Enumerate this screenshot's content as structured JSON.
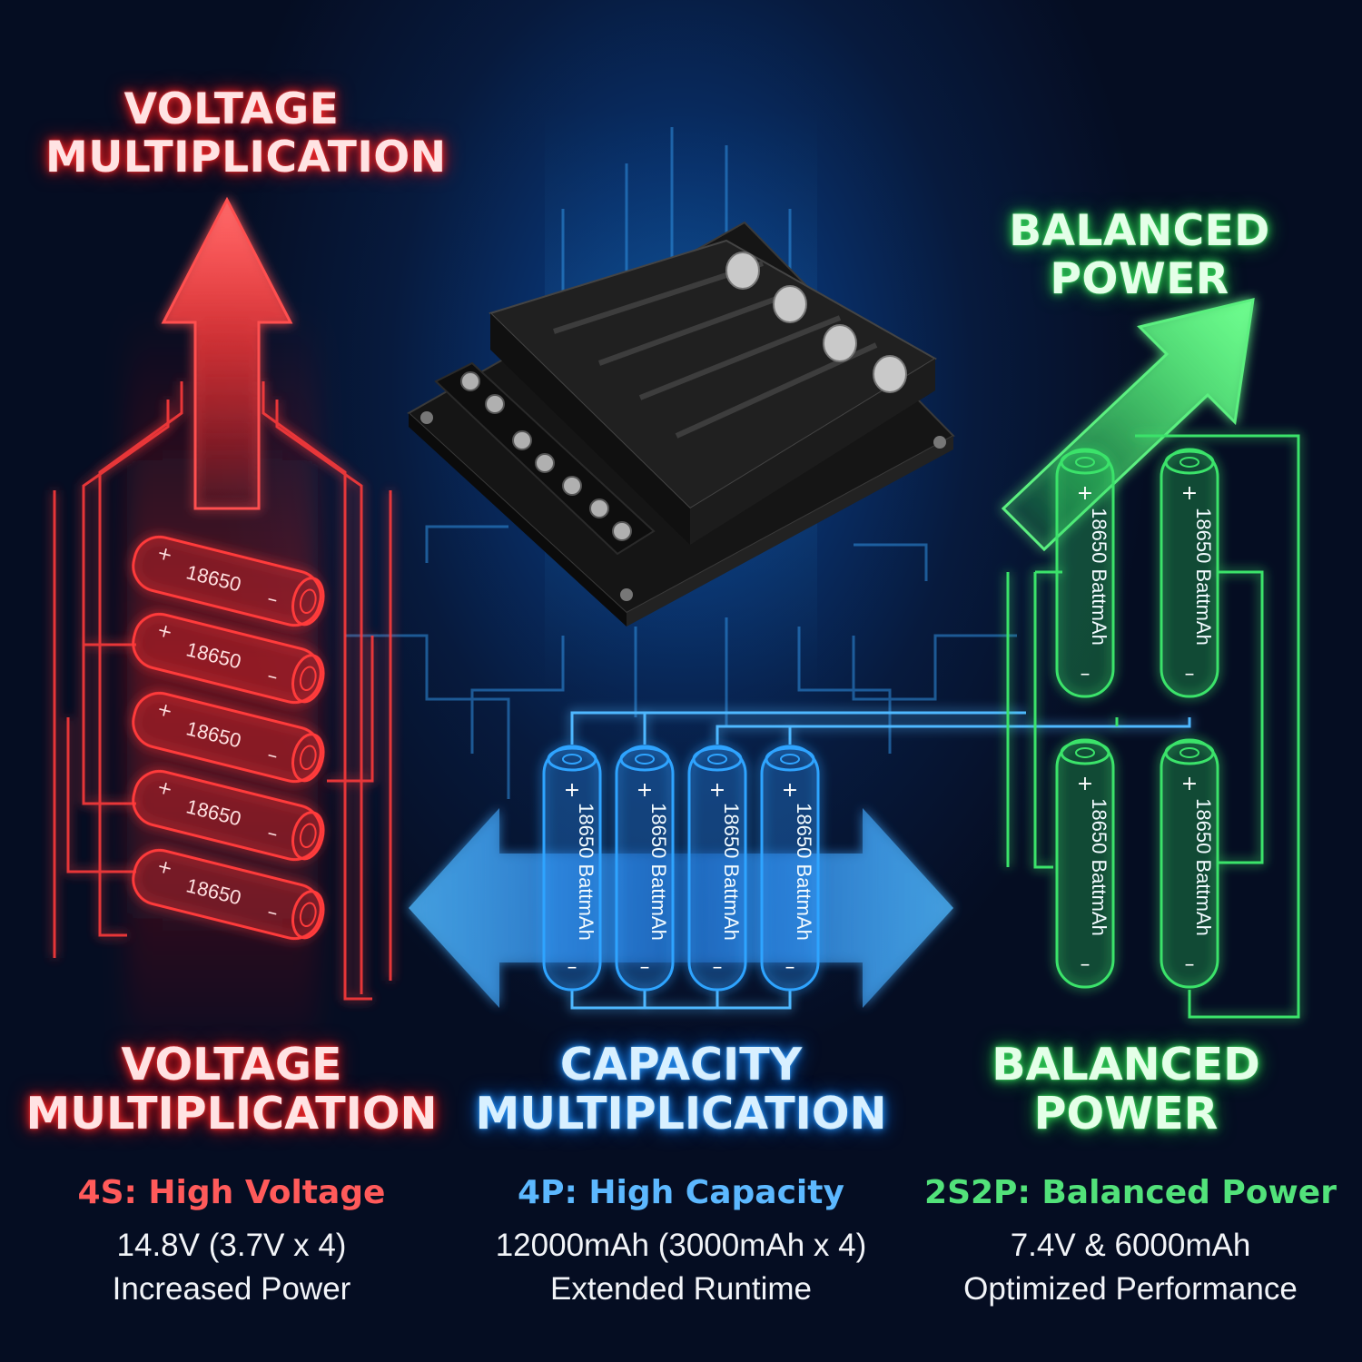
{
  "panels": {
    "series": {
      "top_title": [
        "VOLTAGE",
        "MULTIPLICATION"
      ],
      "title": [
        "VOLTAGE",
        "MULTIPLICATION"
      ],
      "config": "4S: High Voltage",
      "spec": "14.8V (3.7V x 4)",
      "benefit": "Increased Power",
      "cell_label": "18650",
      "color": "#ff3b3b"
    },
    "parallel": {
      "title": [
        "CAPACITY",
        "MULTIPLICATION"
      ],
      "config": "4P: High Capacity",
      "spec": "12000mAh (3000mAh x 4)",
      "benefit": "Extended Runtime",
      "cell_label": "18650 BattmAh",
      "color": "#2fa4ff"
    },
    "balanced": {
      "top_title": [
        "BALANCED",
        "POWER"
      ],
      "title": [
        "BALANCED",
        "POWER"
      ],
      "config": "2S2P: Balanced Power",
      "spec": "7.4V & 6000mAh",
      "benefit": "Optimized Performance",
      "cell_label": "18650 BattmAh",
      "color": "#3be36a"
    }
  },
  "cell_plus": "+",
  "cell_minus": "–",
  "icons": [
    "up-arrow-icon",
    "double-arrow-icon",
    "diagonal-arrow-icon",
    "battery-holder-icon"
  ]
}
